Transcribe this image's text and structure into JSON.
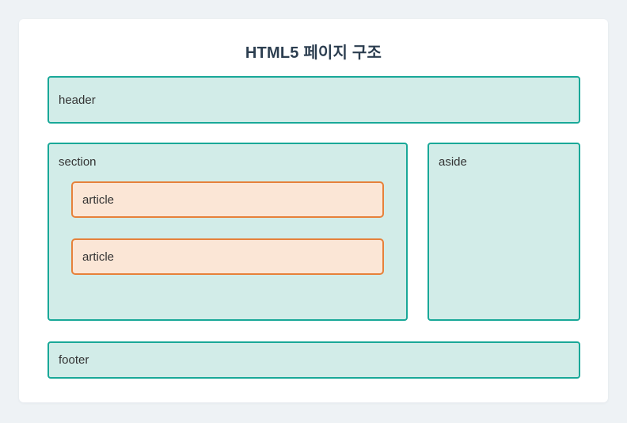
{
  "page": {
    "title": "HTML5 페이지 구조"
  },
  "diagram": {
    "boxes": {
      "header": {
        "label": "header"
      },
      "section": {
        "label": "section"
      },
      "article1": {
        "label": "article"
      },
      "article2": {
        "label": "article"
      },
      "aside": {
        "label": "aside"
      },
      "footer": {
        "label": "footer"
      }
    },
    "colors": {
      "page_background": "#eef2f5",
      "card_background": "#ffffff",
      "teal_border": "#19a898",
      "teal_fill": "#d2ece8",
      "orange_border": "#e6813a",
      "orange_fill": "#fbe6d6",
      "title_text": "#2c3e50",
      "label_text": "#333333"
    }
  }
}
